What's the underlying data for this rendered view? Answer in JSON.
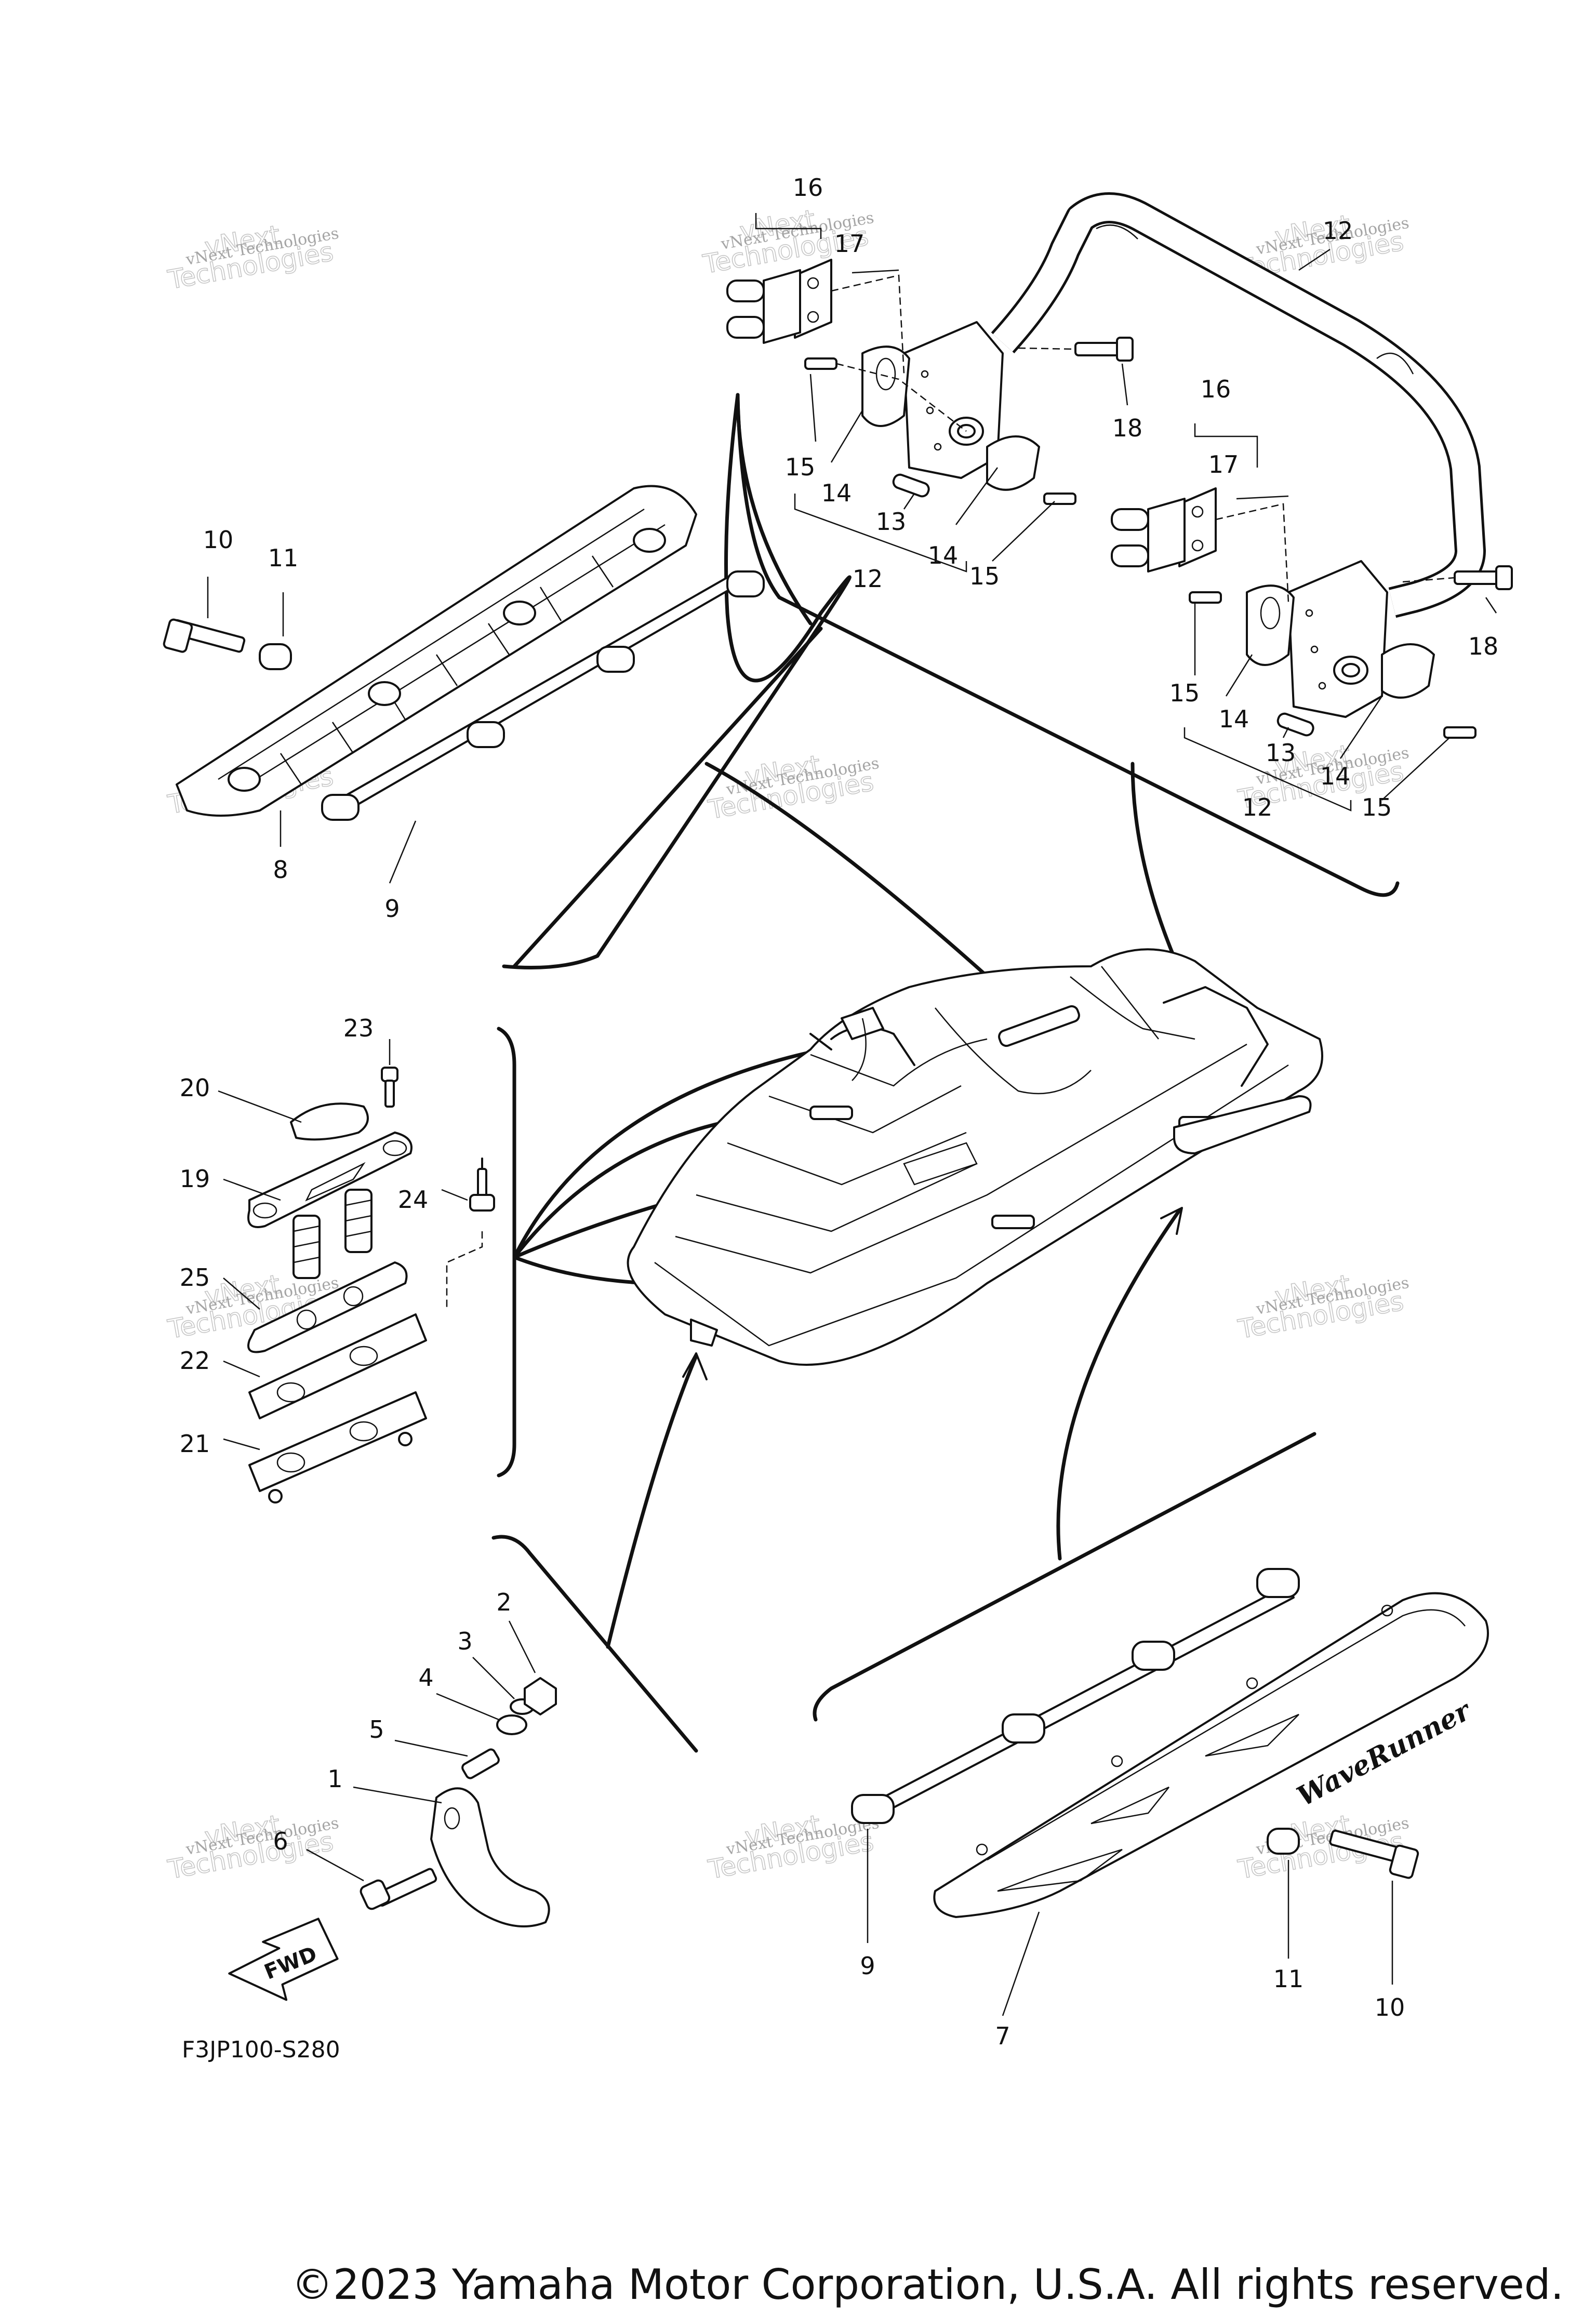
{
  "diagram": {
    "code": "F3JP100-S280",
    "copyright": "©2023 Yamaha Motor Corporation, U.S.A. All rights reserved.",
    "fwd_label": "FWD",
    "brand_decal": "WaveRunner",
    "watermark": {
      "line1": "vNext Technologies",
      "line2": "vNext",
      "line3": "Technologies"
    },
    "callouts": [
      {
        "label": "16"
      },
      {
        "label": "17"
      },
      {
        "label": "12"
      },
      {
        "label": "18"
      },
      {
        "label": "15"
      },
      {
        "label": "14"
      },
      {
        "label": "13"
      },
      {
        "label": "14"
      },
      {
        "label": "12"
      },
      {
        "label": "15"
      },
      {
        "label": "16"
      },
      {
        "label": "17"
      },
      {
        "label": "18"
      },
      {
        "label": "15"
      },
      {
        "label": "14"
      },
      {
        "label": "13"
      },
      {
        "label": "14"
      },
      {
        "label": "12"
      },
      {
        "label": "15"
      },
      {
        "label": "10"
      },
      {
        "label": "11"
      },
      {
        "label": "8"
      },
      {
        "label": "9"
      },
      {
        "label": "23"
      },
      {
        "label": "20"
      },
      {
        "label": "19"
      },
      {
        "label": "24"
      },
      {
        "label": "25"
      },
      {
        "label": "22"
      },
      {
        "label": "21"
      },
      {
        "label": "2"
      },
      {
        "label": "3"
      },
      {
        "label": "4"
      },
      {
        "label": "5"
      },
      {
        "label": "1"
      },
      {
        "label": "6"
      },
      {
        "label": "9"
      },
      {
        "label": "7"
      },
      {
        "label": "11"
      },
      {
        "label": "10"
      }
    ]
  }
}
